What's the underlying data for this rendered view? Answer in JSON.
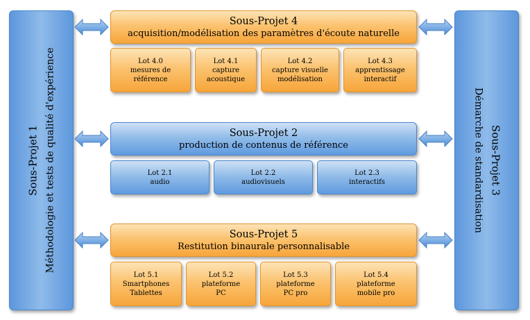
{
  "side_left": {
    "title": "Sous-Projet 1",
    "subtitle": "Méthodologie et tests de qualité d'expérience"
  },
  "side_right": {
    "title": "Sous-Projet 3",
    "subtitle": "Démarche de standardisation"
  },
  "sp4": {
    "title": "Sous-Projet 4",
    "subtitle": "acquisition/modélisation des paramètres d'écoute naturelle",
    "lots": [
      {
        "l1": "Lot 4.0",
        "l2": "mesures de",
        "l3": "référence"
      },
      {
        "l1": "Lot 4.1",
        "l2": "capture",
        "l3": "acoustique"
      },
      {
        "l1": "Lot 4.2",
        "l2": "capture visuelle",
        "l3": "modélisation"
      },
      {
        "l1": "Lot 4.3",
        "l2": "apprentissage",
        "l3": "interactif"
      }
    ]
  },
  "sp2": {
    "title": "Sous-Projet 2",
    "subtitle": "production de contenus de référence",
    "lots": [
      {
        "l1": "Lot 2.1",
        "l2": "audio"
      },
      {
        "l1": "Lot 2.2",
        "l2": "audiovisuels"
      },
      {
        "l1": "Lot 2.3",
        "l2": "interactifs"
      }
    ]
  },
  "sp5": {
    "title": "Sous-Projet 5",
    "subtitle": "Restitution binaurale personnalisable",
    "lots": [
      {
        "l1": "Lot 5.1",
        "l2": "Smartphones",
        "l3": "Tablettes"
      },
      {
        "l1": "Lot 5.2",
        "l2": "plateforme",
        "l3": "PC"
      },
      {
        "l1": "Lot 5.3",
        "l2": "plateforme",
        "l3": "PC pro"
      },
      {
        "l1": "Lot 5.4",
        "l2": "plateforme",
        "l3": "mobile pro"
      }
    ]
  }
}
